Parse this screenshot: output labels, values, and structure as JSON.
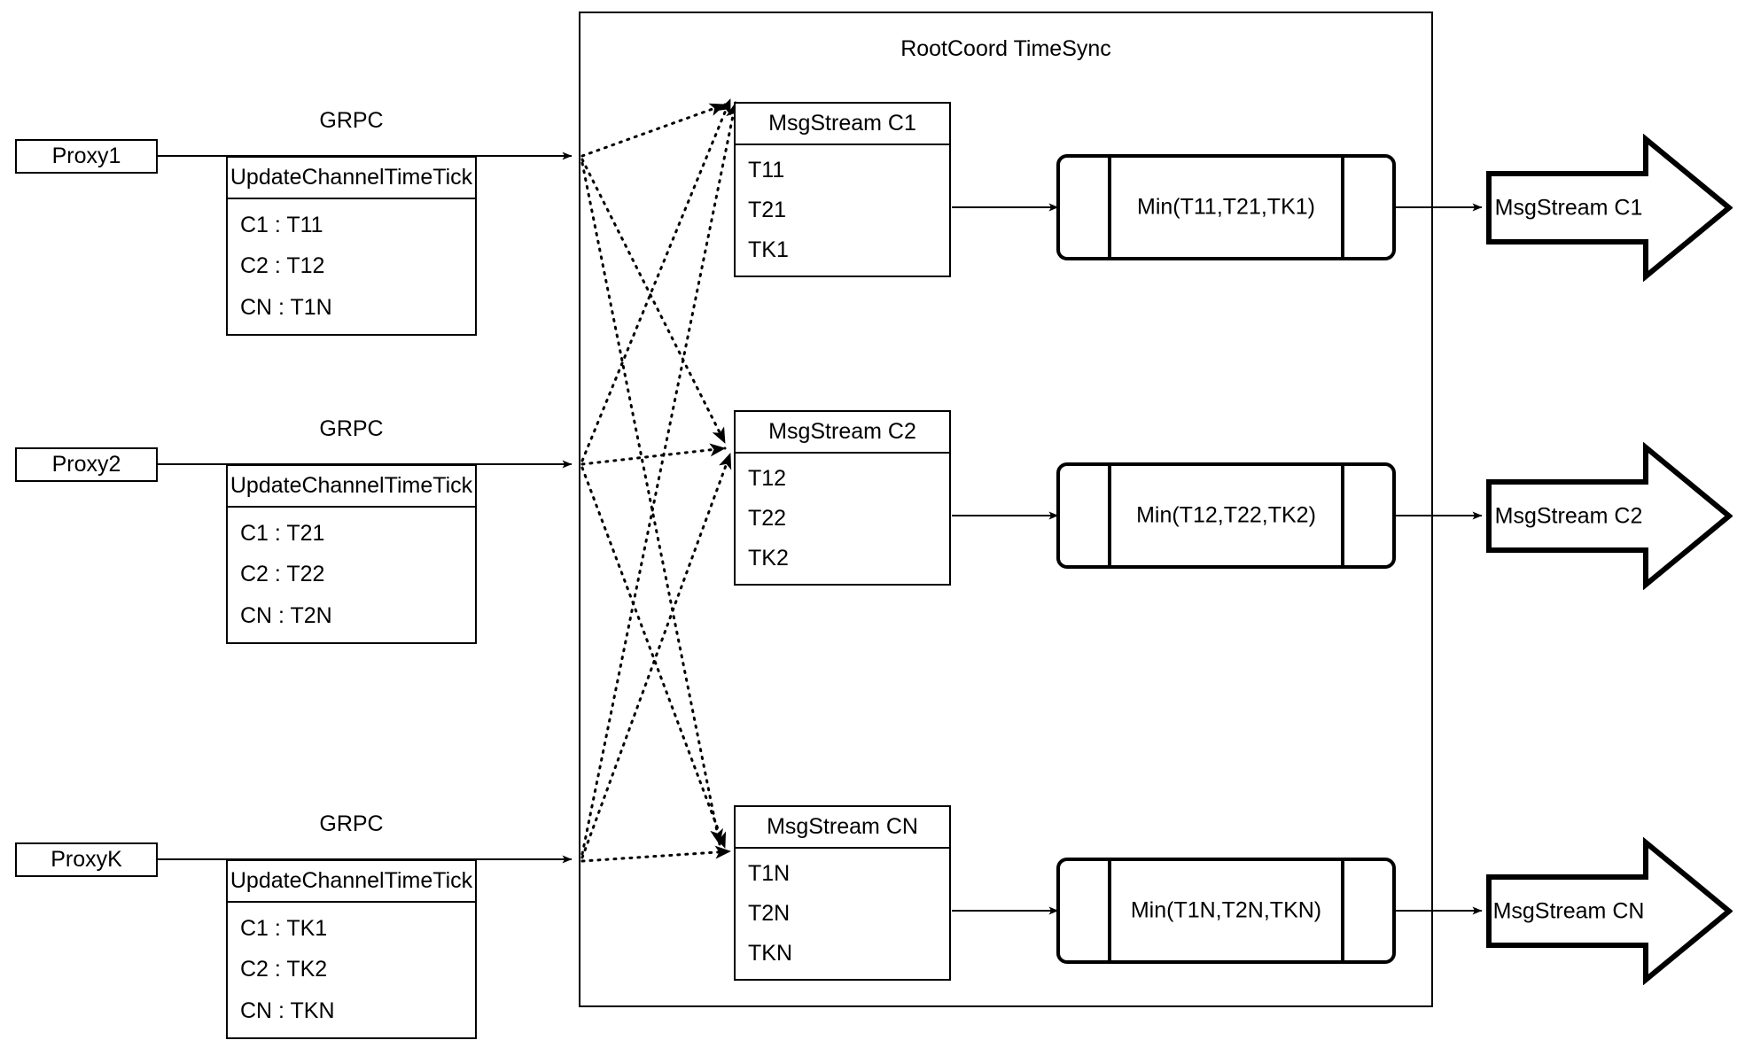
{
  "region": {
    "title": "RootCoord TimeSync"
  },
  "rows": [
    {
      "proxy_label": "Proxy1",
      "link_label": "GRPC",
      "request": {
        "title": "UpdateChannelTimeTick",
        "entries": [
          "C1 :  T11",
          "C2 :  T12",
          "CN : T1N"
        ]
      }
    },
    {
      "proxy_label": "Proxy2",
      "link_label": "GRPC",
      "request": {
        "title": "UpdateChannelTimeTick",
        "entries": [
          "C1 :  T21",
          "C2 :  T22",
          "CN : T2N"
        ]
      }
    },
    {
      "proxy_label": "ProxyK",
      "link_label": "GRPC",
      "request": {
        "title": "UpdateChannelTimeTick",
        "entries": [
          "C1 :  TK1",
          "C2 :  TK2",
          "CN : TKN"
        ]
      }
    }
  ],
  "channels": [
    {
      "stream": {
        "title": "MsgStream C1",
        "entries": [
          "T11",
          "T21",
          "TK1"
        ]
      },
      "process_label": "Min(T11,T21,TK1)",
      "output_label": "MsgStream C1"
    },
    {
      "stream": {
        "title": "MsgStream C2",
        "entries": [
          "T12",
          "T22",
          "TK2"
        ]
      },
      "process_label": "Min(T12,T22,TK2)",
      "output_label": "MsgStream C2"
    },
    {
      "stream": {
        "title": "MsgStream CN",
        "entries": [
          "T1N",
          "T2N",
          "TKN"
        ]
      },
      "process_label": "Min(T1N,T2N,TKN)",
      "output_label": "MsgStream CN"
    }
  ],
  "colors": {
    "stroke": "#000000",
    "background": "#ffffff"
  }
}
